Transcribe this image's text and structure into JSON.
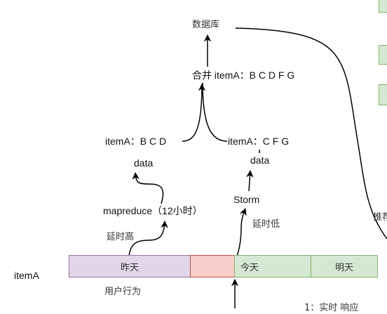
{
  "nodes": {
    "database": "数据库",
    "merge": "合并 itemA：B C D F G",
    "itemA_left": "itemA：B C D",
    "itemA_right": "itemA：C F G",
    "data_left": "data",
    "data_right": "data",
    "mapreduce": "mapreduce（12小时）",
    "storm": "Storm",
    "latency_high": "延时高",
    "latency_low": "延时低",
    "item_a": "itemA",
    "user_behavior": "用户行为",
    "recommend_partial": "推荐",
    "footnote_partial": "1：实时   响应"
  },
  "timeline": {
    "yesterday": "昨天",
    "today": "今天",
    "tomorrow": "明天"
  },
  "colors": {
    "purple_fill": "#e1d5e7",
    "purple_stroke": "#9673a6",
    "red_fill": "#f8cecc",
    "red_stroke": "#b85450",
    "green_fill": "#d5e8d4",
    "green_stroke": "#82b366",
    "line": "#000000"
  }
}
